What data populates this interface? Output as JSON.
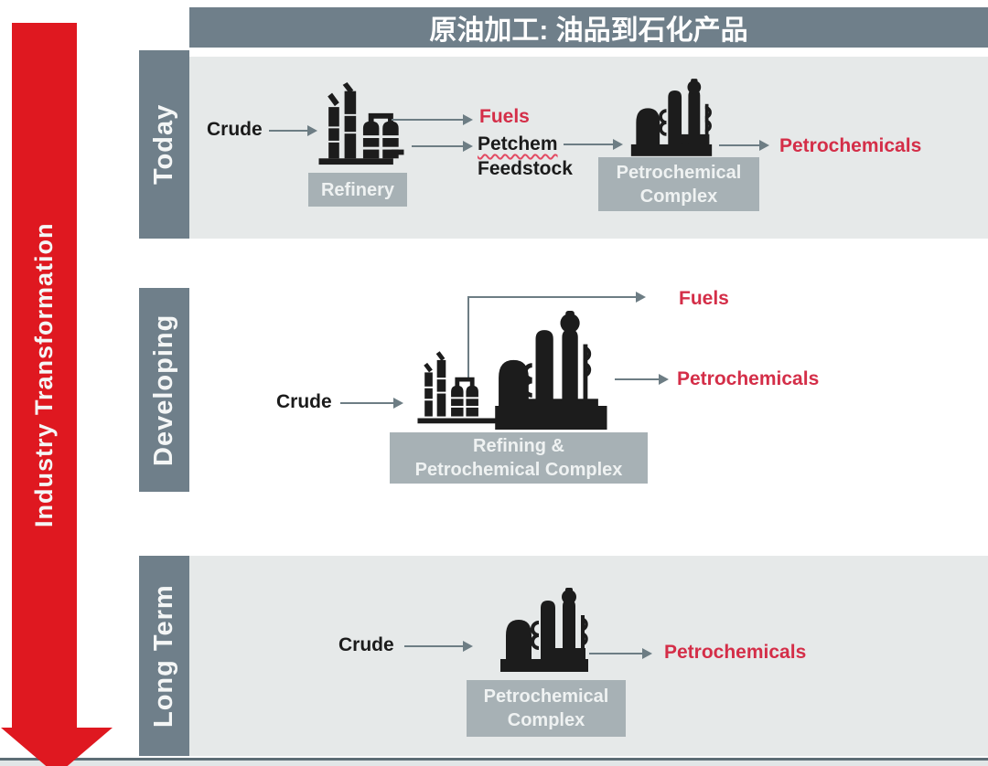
{
  "header": {
    "title": "原油加工: 油品到石化产品"
  },
  "transformation_arrow": {
    "label": "Industry Transformation"
  },
  "rows": {
    "today": {
      "label": "Today",
      "crude": "Crude",
      "refinery_label": "Refinery",
      "output_fuels": "Fuels",
      "feedstock_line1": "Petchem",
      "feedstock_line2": "Feedstock",
      "complex_label_line1": "Petrochemical",
      "complex_label_line2": "Complex",
      "output_petrochemicals": "Petrochemicals"
    },
    "developing": {
      "label": "Developing",
      "crude": "Crude",
      "output_fuels": "Fuels",
      "complex_label_line1": "Refining &",
      "complex_label_line2": "Petrochemical Complex",
      "output_petrochemicals": "Petrochemicals"
    },
    "long_term": {
      "label": "Long Term",
      "crude": "Crude",
      "complex_label_line1": "Petrochemical",
      "complex_label_line2": "Complex",
      "output_petrochemicals": "Petrochemicals"
    }
  },
  "colors": {
    "slate_bar": "#6f7f8a",
    "row_panel": "#e6e9e9",
    "label_box": "#a7b1b5",
    "transformation_arrow_red": "#df1820",
    "output_text_red": "#d42e48",
    "flow_line_gray": "#6d7d84",
    "text_black": "#1b1b1b"
  }
}
